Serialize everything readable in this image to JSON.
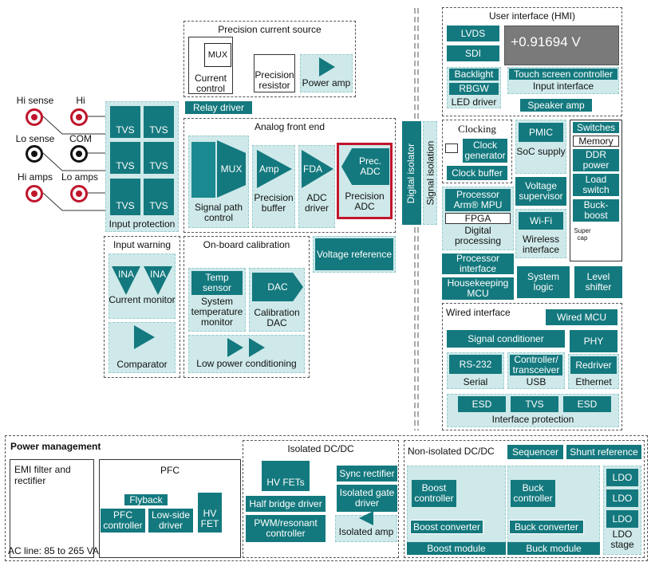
{
  "input_terminals": {
    "hi_sense": "Hi sense",
    "hi": "Hi",
    "lo_sense": "Lo sense",
    "com": "COM",
    "hi_amps": "Hi amps",
    "lo_amps": "Lo amps"
  },
  "input_protection": {
    "tvs": "TVS",
    "label": "Input protection"
  },
  "relay_driver": "Relay driver",
  "precision_current_source": {
    "title": "Precision current source",
    "mux": "MUX",
    "current_control": "Current control",
    "precision_resistor": "Precision resistor",
    "power_amp": "Power amp"
  },
  "analog_front_end": {
    "title": "Analog front end",
    "mux": "MUX",
    "signal_path_control": "Signal path control",
    "amp": "Amp",
    "precision_buffer": "Precision buffer",
    "fda": "FDA",
    "adc_driver": "ADC driver",
    "prec_adc": "Prec. ADC",
    "precision_adc": "Precision ADC"
  },
  "input_warning": {
    "title": "Input warning",
    "ina": "INA",
    "current_monitor": "Current monitor",
    "comparator": "Comparator"
  },
  "onboard_calibration": {
    "title": "On-board calibration",
    "temp_sensor": "Temp sensor",
    "system_temperature_monitor": "System temperature monitor",
    "dac": "DAC",
    "calibration_dac": "Calibration DAC",
    "low_power_conditioning": "Low power conditioning"
  },
  "voltage_reference": "Voltage reference",
  "digital_isolator": "Digital isolator",
  "signal_isolation": "Signal isolation",
  "hmi": {
    "title": "User interface (HMI)",
    "lvds": "LVDS",
    "sdi": "SDI",
    "display_value": "+0.91694 V",
    "backlight": "Backlight",
    "rbgw": "RBGW",
    "led_driver": "LED driver",
    "touch_screen_controller": "Touch screen controller",
    "input_interface": "Input interface",
    "speaker_amp": "Speaker amp"
  },
  "clocking": {
    "title": "Clocking",
    "clock_generator": "Clock generator",
    "clock_buffer": "Clock buffer"
  },
  "pmic": {
    "label": "PMIC",
    "soc_supply": "SoC supply"
  },
  "voltage_supervisor": "Voltage supervisor",
  "wifi": {
    "label": "Wi-Fi",
    "wireless_interface": "Wireless interface"
  },
  "memory_group": {
    "switches": "Switches",
    "memory": "Memory",
    "ddr_power": "DDR power",
    "load_switch": "Load switch",
    "buck_boost": "Buck-boost",
    "super_cap": "Super cap"
  },
  "digital_processing": {
    "processor": "Processor",
    "arm_mpu": "Arm® MPU",
    "fpga": "FPGA",
    "label": "Digital processing"
  },
  "processor_interface": "Processor interface",
  "housekeeping_mcu": "Housekeeping MCU",
  "system_logic": "System logic",
  "level_shifter": "Level shifter",
  "wired_interface": {
    "title": "Wired interface",
    "wired_mcu": "Wired MCU",
    "signal_conditioner": "Signal conditioner",
    "phy": "PHY",
    "rs232": "RS-232",
    "serial": "Serial",
    "controller_transceiver": "Controller/ transceiver",
    "usb": "USB",
    "redriver": "Redriver",
    "ethernet": "Ethernet",
    "esd": "ESD",
    "tvs": "TVS",
    "interface_protection": "Interface protection"
  },
  "power_management": {
    "title": "Power management",
    "emi_filter": "EMI filter and rectifier",
    "ac_line": "AC line: 85 to 265 VAC",
    "pfc": {
      "title": "PFC",
      "flyback": "Flyback",
      "pfc_controller": "PFC controller",
      "low_side_driver": "Low-side driver",
      "hv_fet": "HV FET"
    },
    "isolated_dcdc": {
      "title": "Isolated DC/DC",
      "hv_fets": "HV FETs",
      "sync_rectifier": "Sync rectifier",
      "isolated_gate_driver": "Isolated gate driver",
      "half_bridge_driver": "Half bridge driver",
      "pwm_resonant_controller": "PWM/resonant controller",
      "isolated_amp": "Isolated amp"
    },
    "non_isolated_dcdc": {
      "title": "Non-isolated DC/DC",
      "sequencer": "Sequencer",
      "shunt_reference": "Shunt reference",
      "boost_controller": "Boost controller",
      "boost_converter": "Boost converter",
      "boost_module": "Boost module",
      "buck_controller": "Buck controller",
      "buck_converter": "Buck converter",
      "buck_module": "Buck module",
      "ldo": "LDO",
      "ldo_stage": "LDO stage"
    }
  },
  "colors": {
    "accent": "#14797e",
    "light": "#cfe9ea",
    "highlight": "#c0152b"
  }
}
